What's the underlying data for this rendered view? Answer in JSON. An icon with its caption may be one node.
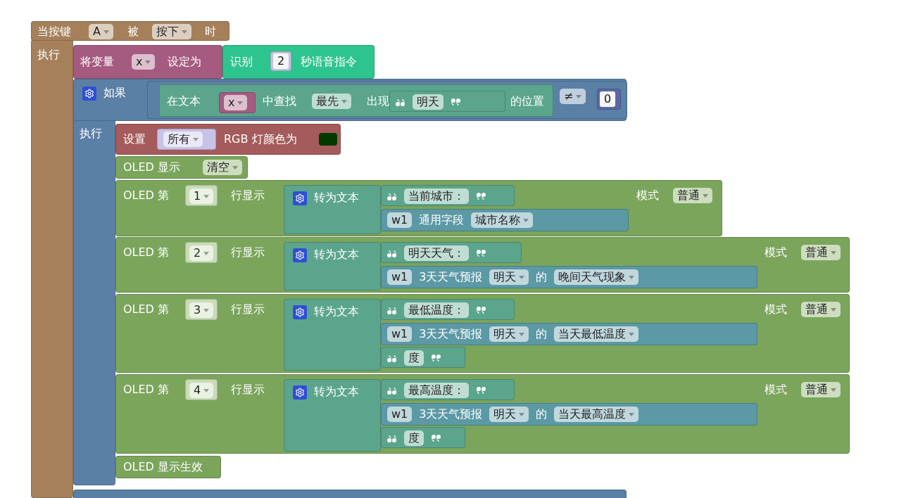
{
  "diagram": {
    "nodes": [
      {
        "text": [
          "当按键",
          "A",
          "被",
          "按下",
          "时"
        ]
      },
      {
        "text": [
          "将变量",
          "x",
          "设定为"
        ]
      },
      {
        "text": [
          "识别",
          "秒语音指令"
        ]
      },
      {
        "text": [
          "2"
        ],
        "in": 2
      },
      {
        "text": [
          "如果"
        ]
      },
      {
        "text": [
          "≠"
        ],
        "in": 4
      },
      {
        "text": [
          "在文本",
          "中查找",
          "最先",
          "出现",
          "的位置"
        ],
        "in": 5
      },
      {
        "text": [
          "x"
        ],
        "in": 6
      },
      {
        "text": [
          "明天"
        ],
        "in": 6
      },
      {
        "text": [
          "0"
        ],
        "in": 5
      },
      {
        "text": [
          "设置",
          "RGB 灯颜色为"
        ]
      },
      {
        "text": [
          "所有"
        ],
        "in": 10
      },
      {
        "text": [
          "OLED 显示",
          "清空"
        ]
      },
      {
        "text": [
          "OLED 第",
          "行显示",
          "模式",
          "普通"
        ]
      },
      {
        "text": [
          "1"
        ],
        "in": 13
      },
      {
        "text": [
          "转为文本"
        ],
        "in": 13
      },
      {
        "text": [
          "当前城市："
        ],
        "in": 13
      },
      {
        "text": [
          "w1",
          "通用字段",
          "城市名称"
        ],
        "in": 13
      },
      {
        "text": [
          "OLED 第",
          "行显示",
          "模式",
          "普通"
        ]
      },
      {
        "text": [
          "2"
        ],
        "in": 18
      },
      {
        "text": [
          "转为文本"
        ],
        "in": 18
      },
      {
        "text": [
          "明天天气："
        ],
        "in": 18
      },
      {
        "text": [
          "w1",
          "3天天气预报",
          "明天",
          "的",
          "晚间天气现象"
        ],
        "in": 18
      },
      {
        "text": [
          "OLED 第",
          "行显示",
          "模式",
          "普通"
        ]
      },
      {
        "text": [
          "3"
        ],
        "in": 23
      },
      {
        "text": [
          "转为文本"
        ],
        "in": 23
      },
      {
        "text": [
          "最低温度："
        ],
        "in": 23
      },
      {
        "text": [
          "w1",
          "3天天气预报",
          "明天",
          "的",
          "当天最低温度"
        ],
        "in": 23
      },
      {
        "text": [
          "度"
        ],
        "in": 23
      },
      {
        "text": [
          "OLED 第",
          "行显示",
          "模式",
          "普通"
        ]
      },
      {
        "text": [
          "4"
        ],
        "in": 29
      },
      {
        "text": [
          "转为文本"
        ],
        "in": 29
      },
      {
        "text": [
          "最高温度："
        ],
        "in": 29
      },
      {
        "text": [
          "w1",
          "3天天气预报",
          "明天",
          "的",
          "当天最高温度"
        ],
        "in": 29
      },
      {
        "text": [
          "度"
        ],
        "in": 29
      },
      {
        "text": [
          "OLED 显示生效"
        ]
      },
      {
        "text": [],
        "shape": "box"
      }
    ],
    "labels": [
      "执行",
      "执行"
    ]
  }
}
